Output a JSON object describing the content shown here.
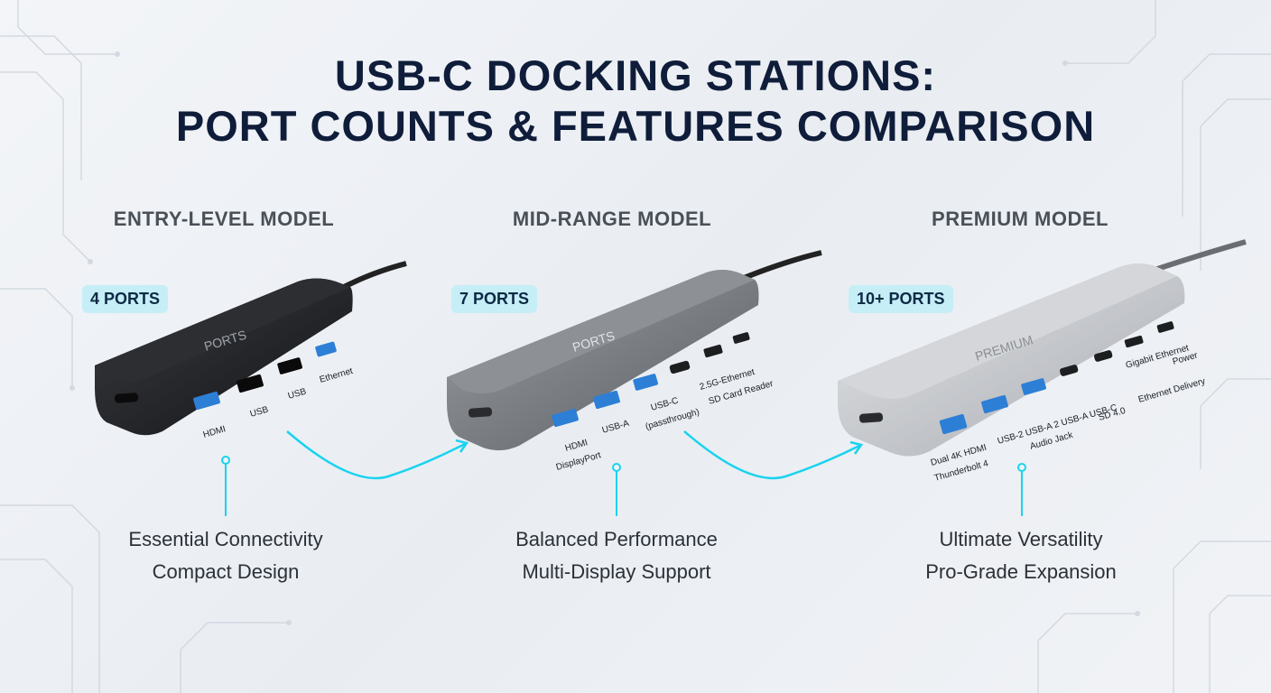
{
  "title": {
    "line1": "USB-C DOCKING STATIONS:",
    "line2": "PORT COUNTS & FEATURES COMPARISON"
  },
  "models": [
    {
      "heading": "ENTRY-LEVEL MODEL",
      "badge": "4 PORTS",
      "brand": "PORTS",
      "ports": [
        "HDMI",
        "USB",
        "USB",
        "Ethernet"
      ],
      "desc1": "Essential Connectivity",
      "desc2": "Compact Design"
    },
    {
      "heading": "MID-RANGE MODEL",
      "badge": "7 PORTS",
      "brand": "PORTS",
      "ports": [
        "HDMI",
        "DisplayPort",
        "USB-A",
        "USB-C",
        "(passthrough)",
        "2.5G-Ethernet",
        "SD Card Reader"
      ],
      "desc1": "Balanced Performance",
      "desc2": "Multi-Display Support"
    },
    {
      "heading": "PREMIUM MODEL",
      "badge": "10+ PORTS",
      "brand": "PREMIUM",
      "ports": [
        "Dual 4K HDMI",
        "Thunderbolt 4",
        "USB-2 USB-A 2 USB-A USB-C",
        "Audio Jack",
        "SD 4.0",
        "Gigabit Ethernet",
        "Power",
        "Ethernet Delivery"
      ],
      "desc1": "Ultimate Versatility",
      "desc2": "Pro-Grade Expansion"
    }
  ],
  "colors": {
    "accent": "#19d3ef",
    "title": "#0f1d3a",
    "badge_bg": "#c6eef7",
    "dock_entry": "#1c1d20",
    "dock_mid": "#6b6e73",
    "dock_premium": "#b7babe"
  }
}
